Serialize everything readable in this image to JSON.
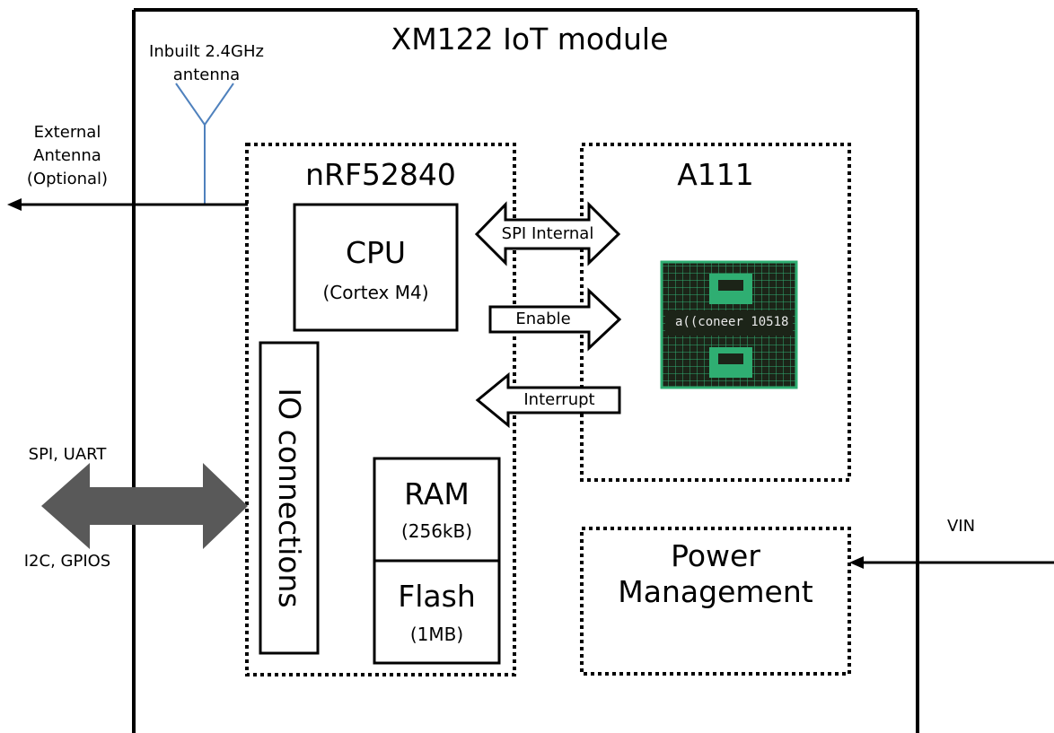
{
  "module": {
    "title": "XM122 IoT module"
  },
  "antenna": {
    "inbuilt_line1": "Inbuilt  2.4GHz",
    "inbuilt_line2": "antenna"
  },
  "external_antenna": {
    "line1": "External",
    "line2": "Antenna",
    "line3": "(Optional)"
  },
  "nrf": {
    "title": "nRF52840",
    "cpu_title": "CPU",
    "cpu_sub": "(Cortex M4)",
    "io_label": "IO connections",
    "ram_title": "RAM",
    "ram_sub": "(256kB)",
    "flash_title": "Flash",
    "flash_sub": "(1MB)"
  },
  "a111": {
    "title": "A111",
    "chip_marking": "a((coneer  10518"
  },
  "signals": {
    "spi_internal": "SPI Internal",
    "enable": "Enable",
    "interrupt": "Interrupt"
  },
  "interfaces": {
    "top": "SPI, UART",
    "bottom": "I2C, GPIOS"
  },
  "power": {
    "line1": "Power",
    "line2": "Management",
    "vin": "VIN"
  },
  "colors": {
    "line": "#000000",
    "antenna": "#4f81bd",
    "io_arrow": "#595959",
    "chip_green": "#2fae72",
    "chip_dark": "#1c2418"
  }
}
